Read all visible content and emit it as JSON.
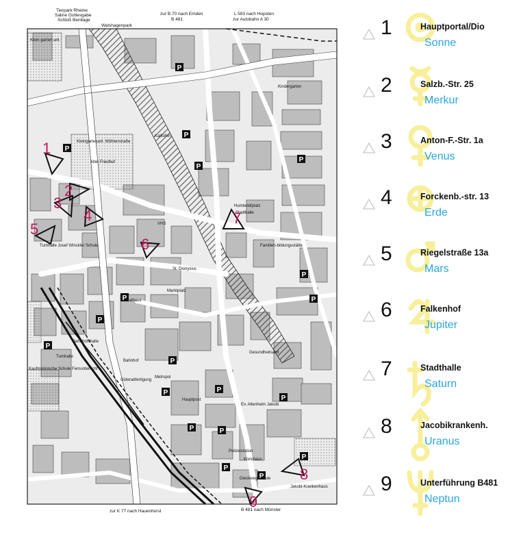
{
  "map": {
    "top_labels": {
      "tierpark": "Tierpark Rheine",
      "saline": "Saline Gottesgabe",
      "schloss": "Schloß Bentlage",
      "walshagenpark": "Walshagenpark",
      "emden": "zur B 70 nach Emden",
      "b481_top": "B 481",
      "hopsten": "L 593 nach Hopsten",
      "autobahn": "zur Autobahn A 30"
    },
    "bottom_labels": {
      "hauenhorst": "zur K 77 nach Hauenhorst",
      "muenster": "B 481 nach Münster"
    },
    "area_labels": {
      "kleingartenanl_top": "Klein-garten-anl.",
      "kleingartenanl": "Kleingartenanl. Mühlenstraße",
      "alter_friedhof": "Alter Friedhof",
      "kalkofen": "Kalkofen",
      "kindergarten": "Kindergarten",
      "humboldtplatz": "Humboldtplatz",
      "stadthalle": "Stadthalle",
      "vhs": "VHS",
      "rathaus": "Rathaus",
      "marktplatz": "Marktplatz",
      "turnhalle_top": "Turnhalle Josef Winckler Schule",
      "turnhalle_bottom": "Turnhalle",
      "kaufm_schule": "Kaufmännische Schule Fernunterricht",
      "bahnhof": "Bahnhof",
      "gueterabfertigung": "Güterabfertigung",
      "hauptpost": "Hauptpost",
      "gesundheitsamt": "Gesundheitsamt",
      "jakobi": "Ev. Altenheim Jakobi",
      "polizeistation": "Polizeistation",
      "kreishaus": "Kreishaus",
      "dieckwegschule": "Dieckweg-schule",
      "jakobikrankenhaus": "Jakobi-Krankenhaus",
      "ueberlandbahn": "Bahnhofshalle",
      "metropol": "Metropol",
      "nepomuk": "St. Dionysius",
      "familienbildung": "Familien-bildungsstätte"
    },
    "markers": [
      "1",
      "2",
      "3",
      "4",
      "5",
      "6",
      "7",
      "8",
      "9"
    ]
  },
  "legend": {
    "items": [
      {
        "num": "1",
        "location": "Hauptportal/Dio",
        "planet": "Sonne"
      },
      {
        "num": "2",
        "location": "Salzb.-Str. 25",
        "planet": "Merkur"
      },
      {
        "num": "3",
        "location": "Anton-F.-Str. 1a",
        "planet": "Venus"
      },
      {
        "num": "4",
        "location": "Forckenb.-str. 13",
        "planet": "Erde"
      },
      {
        "num": "5",
        "location": "Riegelstraße 13a",
        "planet": "Mars"
      },
      {
        "num": "6",
        "location": "Falkenhof",
        "planet": "Jupiter"
      },
      {
        "num": "7",
        "location": "Stadthalle",
        "planet": "Saturn"
      },
      {
        "num": "8",
        "location": "Jacobikrankenh.",
        "planet": "Uranus"
      },
      {
        "num": "9",
        "location": "Unterführung B481",
        "planet": "Neptun"
      }
    ]
  },
  "colors": {
    "planet_text": "#2aa6dc",
    "marker": "#c2185b",
    "watermark": "#f7ef9a"
  }
}
